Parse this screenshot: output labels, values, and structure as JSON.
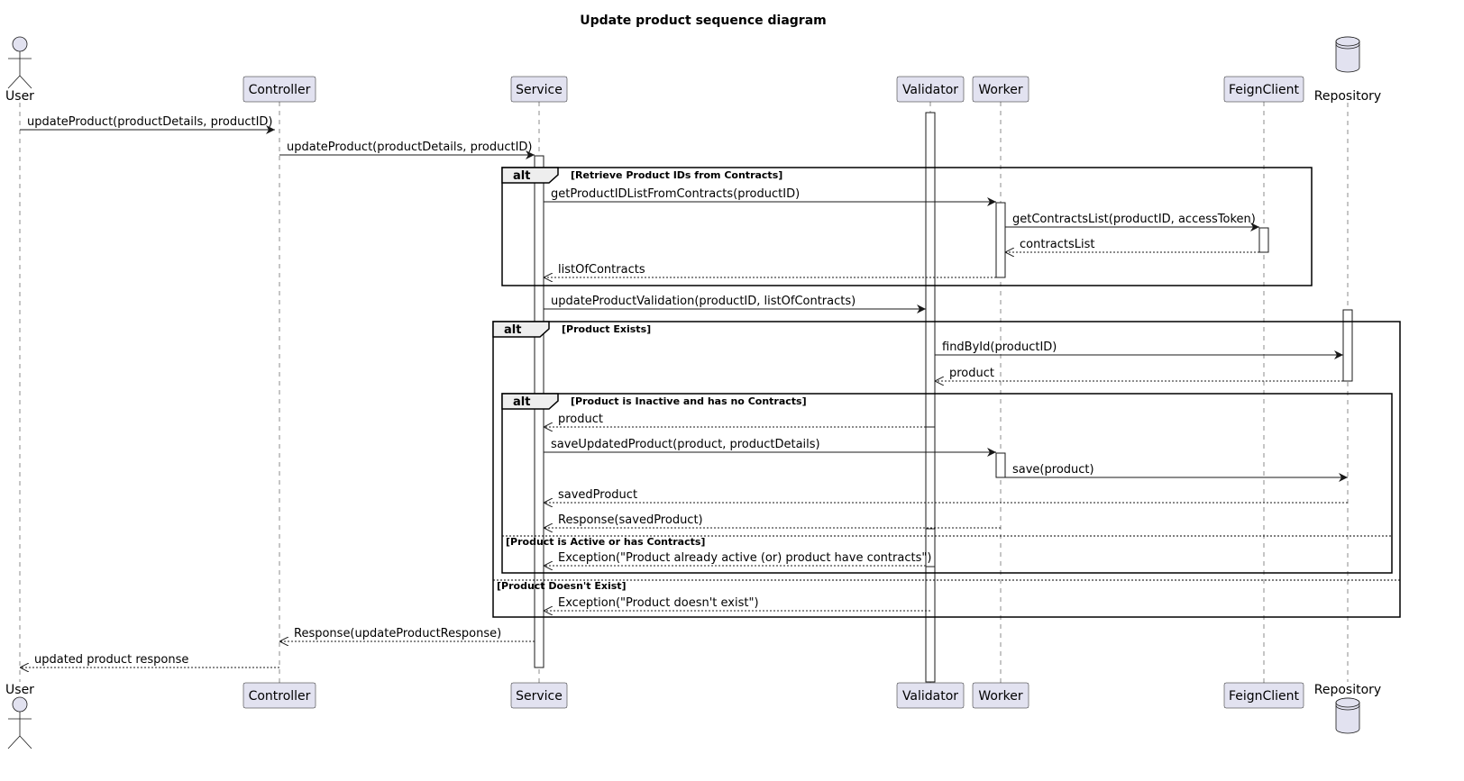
{
  "diagram": {
    "title": "Update product sequence diagram",
    "participants": [
      {
        "id": "user",
        "label": "User",
        "kind": "actor"
      },
      {
        "id": "controller",
        "label": "Controller",
        "kind": "participant"
      },
      {
        "id": "service",
        "label": "Service",
        "kind": "participant"
      },
      {
        "id": "validator",
        "label": "Validator",
        "kind": "participant"
      },
      {
        "id": "worker",
        "label": "Worker",
        "kind": "participant"
      },
      {
        "id": "feign",
        "label": "FeignClient",
        "kind": "participant"
      },
      {
        "id": "repository",
        "label": "Repository",
        "kind": "database"
      }
    ],
    "messages": [
      {
        "from": "user",
        "to": "controller",
        "label": "updateProduct(productDetails, productID)",
        "kind": "sync"
      },
      {
        "from": "controller",
        "to": "service",
        "label": "updateProduct(productDetails, productID)",
        "kind": "sync"
      },
      {
        "from": "service",
        "to": "worker",
        "label": "getProductIDListFromContracts(productID)",
        "kind": "sync"
      },
      {
        "from": "worker",
        "to": "feign",
        "label": "getContractsList(productID, accessToken)",
        "kind": "sync"
      },
      {
        "from": "feign",
        "to": "worker",
        "label": "contractsList",
        "kind": "return"
      },
      {
        "from": "worker",
        "to": "service",
        "label": "listOfContracts",
        "kind": "return"
      },
      {
        "from": "service",
        "to": "validator",
        "label": "updateProductValidation(productID, listOfContracts)",
        "kind": "sync"
      },
      {
        "from": "validator",
        "to": "repository",
        "label": "findById(productID)",
        "kind": "sync"
      },
      {
        "from": "repository",
        "to": "validator",
        "label": "product",
        "kind": "return"
      },
      {
        "from": "validator",
        "to": "service",
        "label": "product",
        "kind": "return"
      },
      {
        "from": "service",
        "to": "worker",
        "label": "saveUpdatedProduct(product, productDetails)",
        "kind": "sync"
      },
      {
        "from": "worker",
        "to": "repository",
        "label": "save(product)",
        "kind": "sync"
      },
      {
        "from": "repository",
        "to": "service",
        "label": "savedProduct",
        "kind": "return"
      },
      {
        "from": "worker",
        "to": "service",
        "label": "Response(savedProduct)",
        "kind": "return"
      },
      {
        "from": "validator",
        "to": "service",
        "label": "Exception(\"Product already active (or) product have contracts\")",
        "kind": "return"
      },
      {
        "from": "validator",
        "to": "service",
        "label": "Exception(\"Product doesn't exist\")",
        "kind": "return"
      },
      {
        "from": "service",
        "to": "controller",
        "label": "Response(updateProductResponse)",
        "kind": "return"
      },
      {
        "from": "controller",
        "to": "user",
        "label": "updated product response",
        "kind": "return"
      }
    ],
    "fragments": [
      {
        "keyword": "alt",
        "guard": "[Retrieve Product IDs from Contracts]",
        "else_guards": []
      },
      {
        "keyword": "alt",
        "guard": "[Product Exists]",
        "else_guards": [
          "[Product Doesn't Exist]"
        ]
      },
      {
        "keyword": "alt",
        "guard": "[Product is Inactive and has no Contracts]",
        "else_guards": [
          "[Product is Active or has Contracts]"
        ]
      }
    ]
  }
}
